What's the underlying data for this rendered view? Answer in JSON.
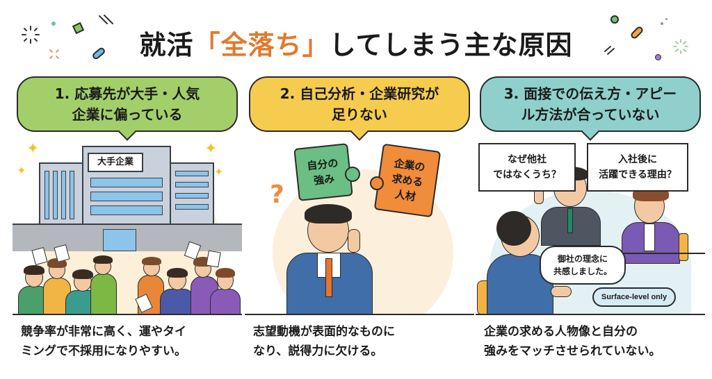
{
  "title": {
    "prefix": "就活",
    "accent": "「全落ち」",
    "suffix": "してしまう主な原因",
    "accent_color": "#e27a2e"
  },
  "causes": [
    {
      "heading": "1. 応募先が大手・人気企業に偏っている",
      "heading_line1": "1. 応募先が大手・人気",
      "heading_line2": "企業に偏っている",
      "bubble_color": "#a3cf6a",
      "illustration": {
        "sign_label": "大手企業",
        "icons": [
          "building-icon",
          "crowd-icon",
          "sparkle-icon",
          "document-icon"
        ]
      },
      "caption_line1": "競争率が非常に高く、運やタイ",
      "caption_line2": "ミングで不採用になりやすい。"
    },
    {
      "heading": "2. 自己分析・企業研究が足りない",
      "heading_line1": "2. 自己分析・企業研究が",
      "heading_line2": "足りない",
      "bubble_color": "#f6cc4f",
      "illustration": {
        "puzzle_left": [
          "自分の",
          "強み"
        ],
        "puzzle_right": [
          "企業の",
          "求める",
          "人材"
        ],
        "question_mark": "?",
        "icons": [
          "puzzle-piece-icon",
          "question-mark-icon",
          "confused-student-icon"
        ]
      },
      "caption_line1": "志望動機が表面的なものに",
      "caption_line2": "なり、説得力に欠ける。"
    },
    {
      "heading": "3. 面接での伝え方・アピール方法が合っていない",
      "heading_line1": "3. 面接での伝え方・アピー",
      "heading_line2": "ル方法が合っていない",
      "bubble_color": "#8fd0cc",
      "illustration": {
        "question_1": [
          "なぜ他社",
          "ではなくうち？"
        ],
        "question_2": [
          "入社後に",
          "活躍できる理由？"
        ],
        "answer": [
          "御社の理念に",
          "共感しました。"
        ],
        "tag": "Surface-level only",
        "icons": [
          "interviewer-icon",
          "candidate-icon",
          "speech-bubble-icon"
        ]
      },
      "caption_line1": "企業の求める人物像と自分の",
      "caption_line2": "強みをマッチさせられていない。"
    }
  ]
}
